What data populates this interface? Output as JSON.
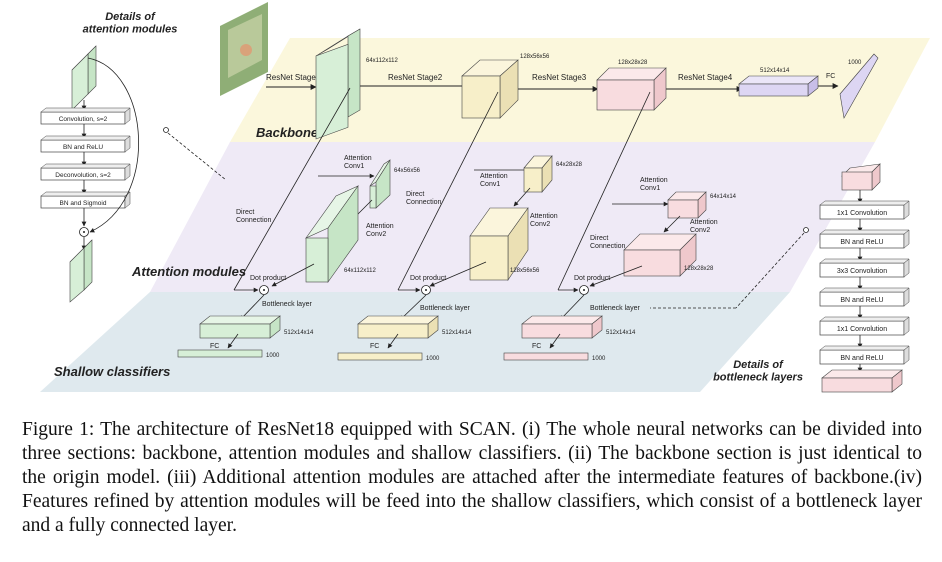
{
  "sections": {
    "backbone": "Backbone",
    "attention": "Attention modules",
    "shallow": "Shallow classifiers",
    "details_attention": "Details of\nattention modules",
    "details_bottleneck": "Details of\nbottleneck layers"
  },
  "backbone": {
    "stage1": "ResNet Stage1",
    "stage2": "ResNet Stage2",
    "stage3": "ResNet Stage3",
    "stage4": "ResNet Stage4",
    "dim1": "64x112x112",
    "dim2": "128x56x56",
    "dim3": "128x28x28",
    "dim4": "512x14x14",
    "fc": "FC",
    "fc_dim": "1000"
  },
  "attention": {
    "conv1": "Attention\nConv1",
    "conv2": "Attention\nConv2",
    "direct": "Direct\nConnection",
    "dot": "Dot product",
    "bottleneck": "Bottleneck layer",
    "m1_conv1_dim": "64x56x56",
    "m1_conv2_dim": "64x112x112",
    "m2_conv1_dim": "64x28x28",
    "m2_conv2_dim": "128x56x56",
    "m3_conv1_dim": "64x14x14",
    "m3_conv2_dim": "128x28x28"
  },
  "shallow": {
    "dim": "512x14x14",
    "fc": "FC",
    "fc_dim": "1000"
  },
  "attention_details": [
    "Convolution, s=2",
    "BN and ReLU",
    "Deconvolution, s=2",
    "BN and Sigmoid"
  ],
  "bottleneck_details": [
    "1x1 Convolution",
    "BN and ReLU",
    "3x3 Convolution",
    "BN and ReLU",
    "1x1 Convolution",
    "BN and ReLU"
  ],
  "caption": "Figure 1: The architecture of ResNet18 equipped with SCAN. (i) The whole neural networks can be divided into three sections: backbone, attention modules and shallow classifiers. (ii) The backbone section is just identical to the origin model. (iii) Additional attention modules are attached after the intermediate features of backbone.(iv) Features refined by attention modules will be feed into the shallow classifiers, which consist of a bottleneck layer and a fully connected layer.",
  "colors": {
    "backbone_plane": "#fbf7dc",
    "attention_plane": "#efeaf6",
    "shallow_plane": "#dfe9ee",
    "green": "#d7efd7",
    "yellow": "#f7efc9",
    "pink": "#f8dcdf",
    "purple": "#ddd6f3"
  }
}
